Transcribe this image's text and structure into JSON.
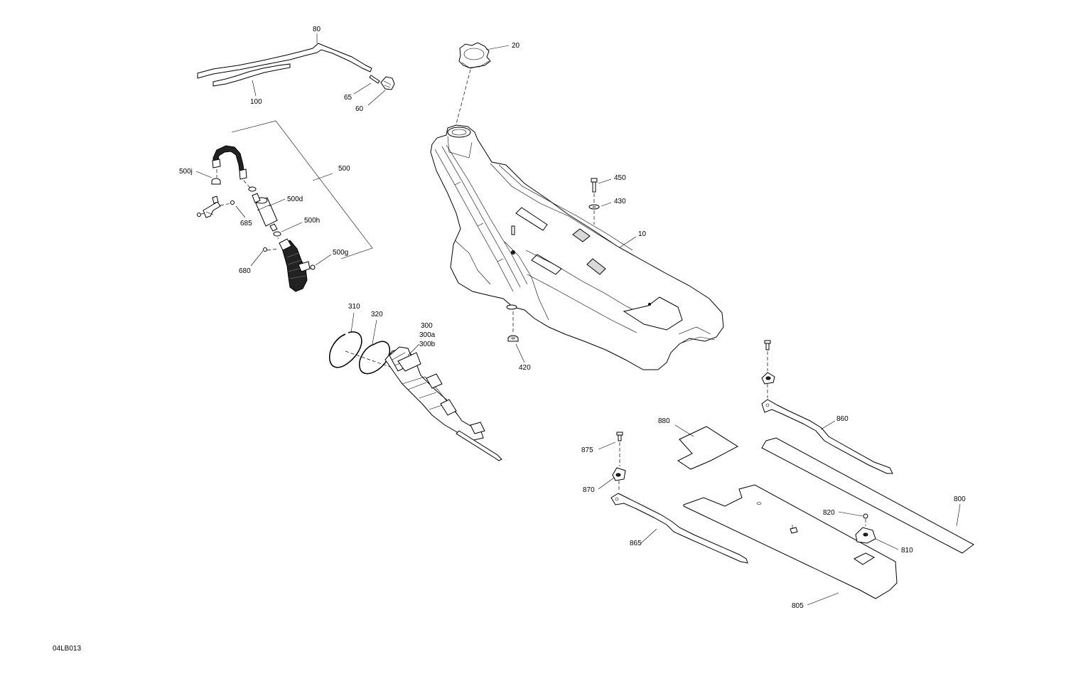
{
  "drawing_code": "04LB013",
  "callouts": [
    "80",
    "100",
    "65",
    "60",
    "20",
    "500j",
    "500",
    "500d",
    "685",
    "500h",
    "680",
    "500g",
    "450",
    "430",
    "10",
    "310",
    "320",
    "300",
    "300a",
    "300b",
    "420",
    "860",
    "880",
    "875",
    "870",
    "800",
    "820",
    "865",
    "810",
    "805"
  ]
}
